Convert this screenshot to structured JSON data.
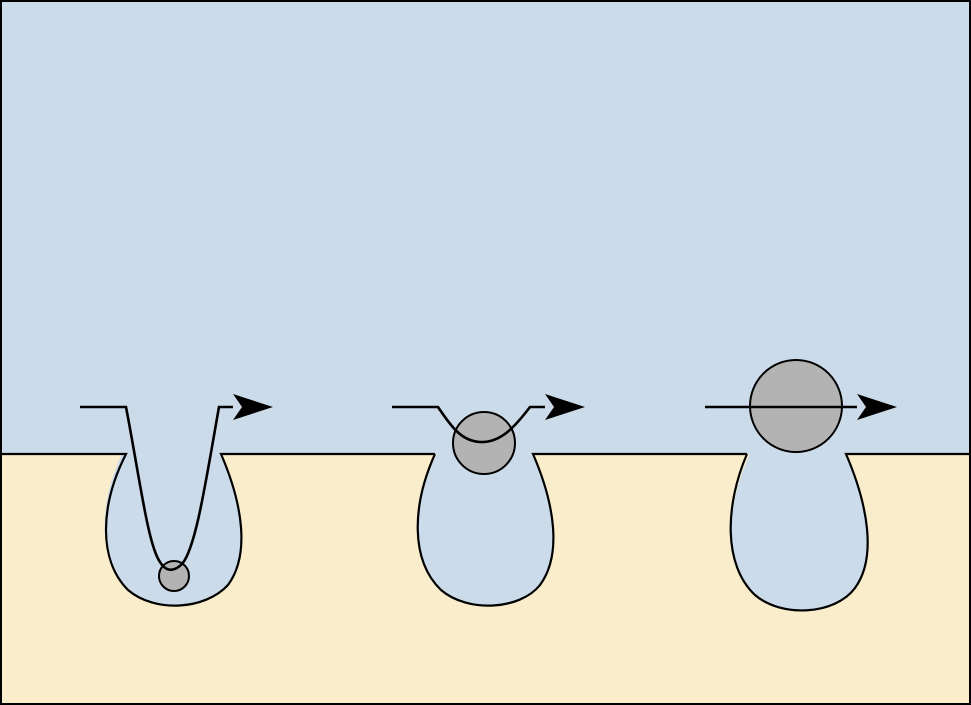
{
  "colors": {
    "fluid": "#ccdbea",
    "substrate": "#f9edcc",
    "particle": "#b3b3b3",
    "stroke": "#000000"
  },
  "panels": [
    {
      "name": "small-particle",
      "particle_relative_size": "small"
    },
    {
      "name": "medium-particle",
      "particle_relative_size": "medium"
    },
    {
      "name": "large-particle",
      "particle_relative_size": "large"
    }
  ]
}
